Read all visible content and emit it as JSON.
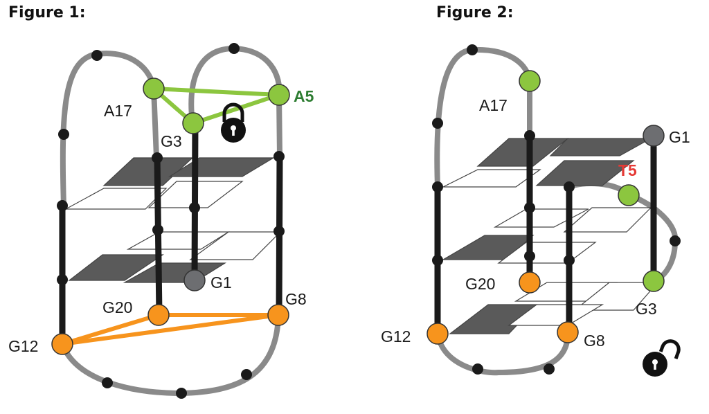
{
  "figures": {
    "fig1": {
      "title": "Figure 1:",
      "labels": {
        "a17": "A17",
        "a5": "A5",
        "g3": "G3",
        "g1": "G1",
        "g20": "G20",
        "g8": "G8",
        "g12": "G12"
      },
      "lock_state": "locked"
    },
    "fig2": {
      "title": "Figure 2:",
      "labels": {
        "a17": "A17",
        "g1": "G1",
        "t5": "T5",
        "g20": "G20",
        "g3": "G3",
        "g12": "G12",
        "g8": "G8"
      },
      "lock_state": "unlocked"
    }
  },
  "colors": {
    "backbone_gray": "#8a8a8a",
    "strand_black": "#1a1a1a",
    "tetrad_dark": "#5a5a5a",
    "tetrad_light": "#ffffff",
    "green_node": "#8cc63f",
    "green_line": "#8cc63f",
    "green_label": "#2e7d32",
    "orange_node": "#f7941d",
    "orange_line": "#f7941d",
    "gray_node": "#6d6e71",
    "red_label": "#e53935"
  },
  "icons": [
    "padlock-locked-icon",
    "padlock-unlocked-icon"
  ]
}
